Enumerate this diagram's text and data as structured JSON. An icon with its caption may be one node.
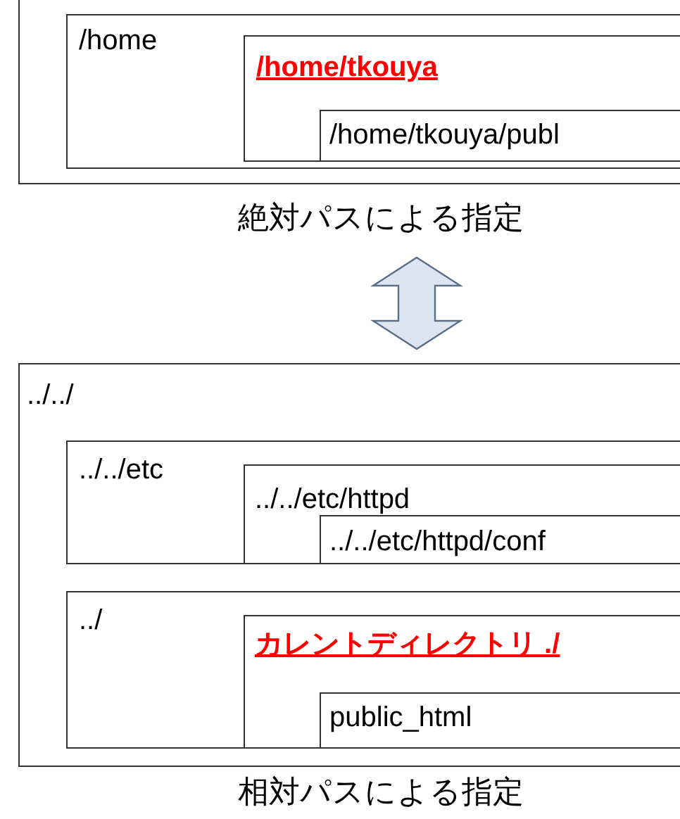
{
  "diagram": {
    "nodes": [
      {
        "text": [
          "絶対パスによる指定"
        ]
      },
      {
        "text": [
          "/home"
        ],
        "in": 0
      },
      {
        "text": [
          "/home/tkouya"
        ],
        "in": 1
      },
      {
        "text": [
          "/home/tkouya/publ"
        ],
        "in": 2
      },
      {
        "text": [
          "../../",
          "相対パスによる指定"
        ]
      },
      {
        "text": [
          "../../etc"
        ],
        "in": 4
      },
      {
        "text": [
          "../../etc/httpd"
        ],
        "in": 5
      },
      {
        "text": [
          "../../etc/httpd/conf"
        ],
        "in": 6
      },
      {
        "text": [
          "../"
        ],
        "in": 4
      },
      {
        "text": [
          "カレントディレクトリ ./"
        ],
        "in": 8
      },
      {
        "text": [
          "public_html"
        ],
        "in": 9
      }
    ],
    "edges": [
      {
        "from": 0,
        "to": 4,
        "arrow": "both"
      }
    ]
  }
}
